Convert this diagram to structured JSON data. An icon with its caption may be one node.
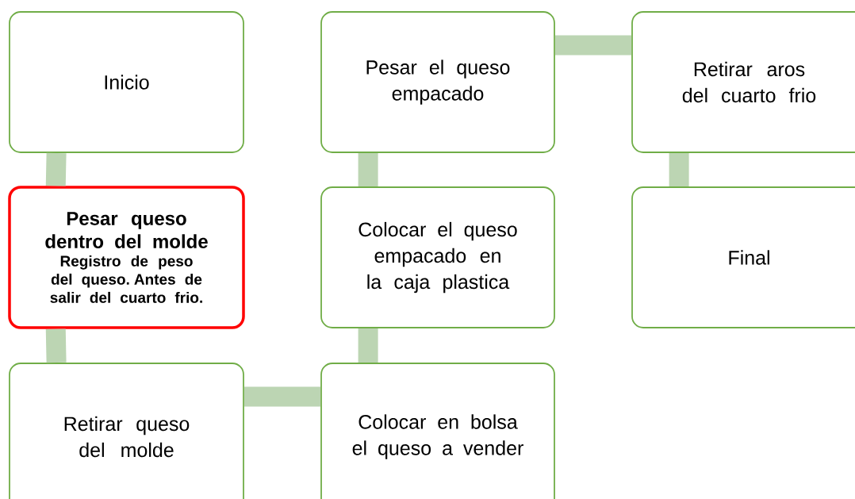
{
  "diagram": {
    "nodes": [
      {
        "text": [
          "Inicio"
        ]
      },
      {
        "text": [
          "Pesar queso dentro del molde",
          "Registro de peso del queso. Antes de salir del cuarto frio."
        ]
      },
      {
        "text": [
          "Retirar queso del molde"
        ]
      },
      {
        "text": [
          "Colocar en bolsa el queso a vender"
        ]
      },
      {
        "text": [
          "Colocar el queso empacado en la caja plastica"
        ]
      },
      {
        "text": [
          "Pesar el queso empacado"
        ]
      },
      {
        "text": [
          "Retirar aros del cuarto frio"
        ]
      },
      {
        "text": [
          "Final"
        ]
      }
    ],
    "edges": [
      {
        "from": 0,
        "to": 1,
        "arrow": "none"
      },
      {
        "from": 1,
        "to": 2,
        "arrow": "none"
      },
      {
        "from": 2,
        "to": 3,
        "arrow": "none"
      },
      {
        "from": 3,
        "to": 4,
        "arrow": "none"
      },
      {
        "from": 4,
        "to": 5,
        "arrow": "none"
      },
      {
        "from": 5,
        "to": 6,
        "arrow": "none"
      },
      {
        "from": 6,
        "to": 7,
        "arrow": "none"
      }
    ]
  }
}
